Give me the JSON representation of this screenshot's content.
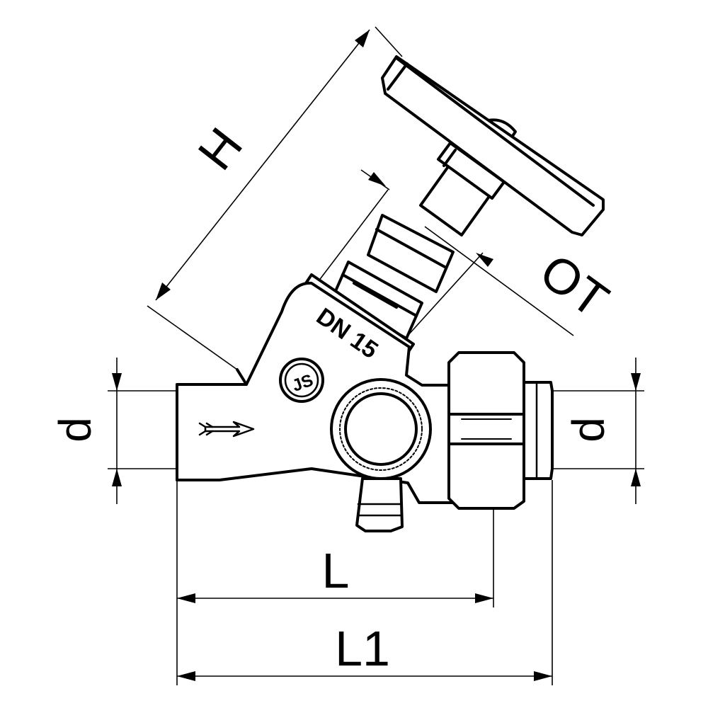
{
  "dimensions": {
    "height_label": "H",
    "spindle_label": "OT",
    "pipe_left_label": "d",
    "pipe_right_label": "d",
    "length_label": "L",
    "total_length_label": "L1"
  },
  "markings": {
    "body_text": "DN 15",
    "logo_text": "JS"
  },
  "colors": {
    "stroke": "#000000",
    "fill": "#ffffff"
  }
}
